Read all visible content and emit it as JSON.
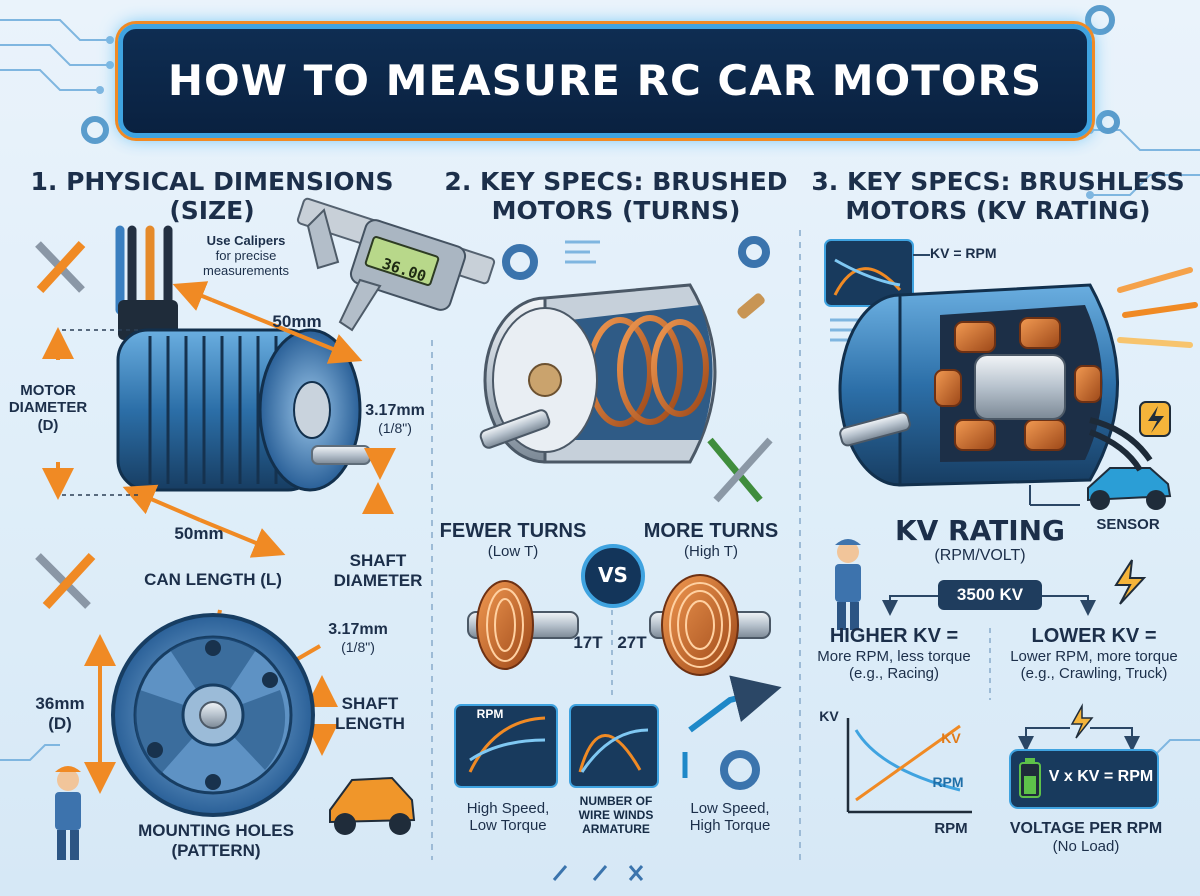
{
  "title": "HOW TO MEASURE RC CAR MOTORS",
  "sections": {
    "physical": {
      "heading_line1": "1. PHYSICAL DIMENSIONS",
      "heading_line2": "(SIZE)",
      "calipers_note_line1": "Use Calipers",
      "calipers_note_line2": "for precise",
      "calipers_note_line3": "measurements",
      "caliper_display": "36.00",
      "top_length": "50mm",
      "bottom_length": "50mm",
      "motor_diameter_line1": "MOTOR",
      "motor_diameter_line2": "DIAMETER",
      "motor_diameter_line3": "(D)",
      "shaft_size_top": "3.17mm",
      "shaft_size_top_sub": "(1/8\")",
      "shaft_diameter_line1": "SHAFT",
      "shaft_diameter_line2": "DIAMETER",
      "can_length": "CAN LENGTH (L)",
      "shaft_size_face": "3.17mm",
      "shaft_size_face_sub": "(1/8\")",
      "face_diameter": "36mm",
      "face_diameter_sub": "(D)",
      "shaft_length_line1": "SHAFT",
      "shaft_length_line2": "LENGTH",
      "mounting_line1": "MOUNTING HOLES",
      "mounting_line2": "(PATTERN)"
    },
    "brushed": {
      "heading_line1": "2. KEY SPECS: BRUSHED",
      "heading_line2": "MOTORS (TURNS)",
      "fewer_turns": "FEWER TURNS",
      "fewer_turns_sub": "(Low T)",
      "more_turns": "MORE TURNS",
      "more_turns_sub": "(High T)",
      "vs": "VS",
      "low_t_value": "17T",
      "high_t_value": "27T",
      "graph_label": "RPM",
      "left_caption_line1": "High Speed,",
      "left_caption_line2": "Low Torque",
      "middle_caption_line1": "NUMBER OF",
      "middle_caption_line2": "WIRE WINDS",
      "middle_caption_line3": "ARMATURE",
      "right_caption_line1": "Low Speed,",
      "right_caption_line2": "High Torque"
    },
    "brushless": {
      "heading_line1": "3. KEY SPECS: BRUSHLESS",
      "heading_line2": "MOTORS (KV RATING)",
      "kv_equals_rpm": "KV = RPM",
      "sensor": "SENSOR",
      "kv_rating": "KV RATING",
      "kv_rating_sub": "(RPM/VOLT)",
      "kv_example": "3500 KV",
      "higher_kv": "HIGHER KV =",
      "higher_kv_line1": "More RPM, less torque",
      "higher_kv_line2": "(e.g., Racing)",
      "lower_kv": "LOWER KV =",
      "lower_kv_line1": "Lower RPM, more torque",
      "lower_kv_line2": "(e.g., Crawling, Truck)",
      "graph_y": "KV",
      "graph_kv_line": "KV",
      "graph_rpm_line": "RPM",
      "graph_x": "RPM",
      "formula": "V x KV = RPM",
      "voltage_line1": "VOLTAGE PER RPM",
      "voltage_line2": "(No Load)"
    }
  },
  "colors": {
    "accent_orange": "#f08a24",
    "accent_blue": "#3fa3e0",
    "banner_navy": "#0b2342",
    "copper": "#c0622a"
  }
}
